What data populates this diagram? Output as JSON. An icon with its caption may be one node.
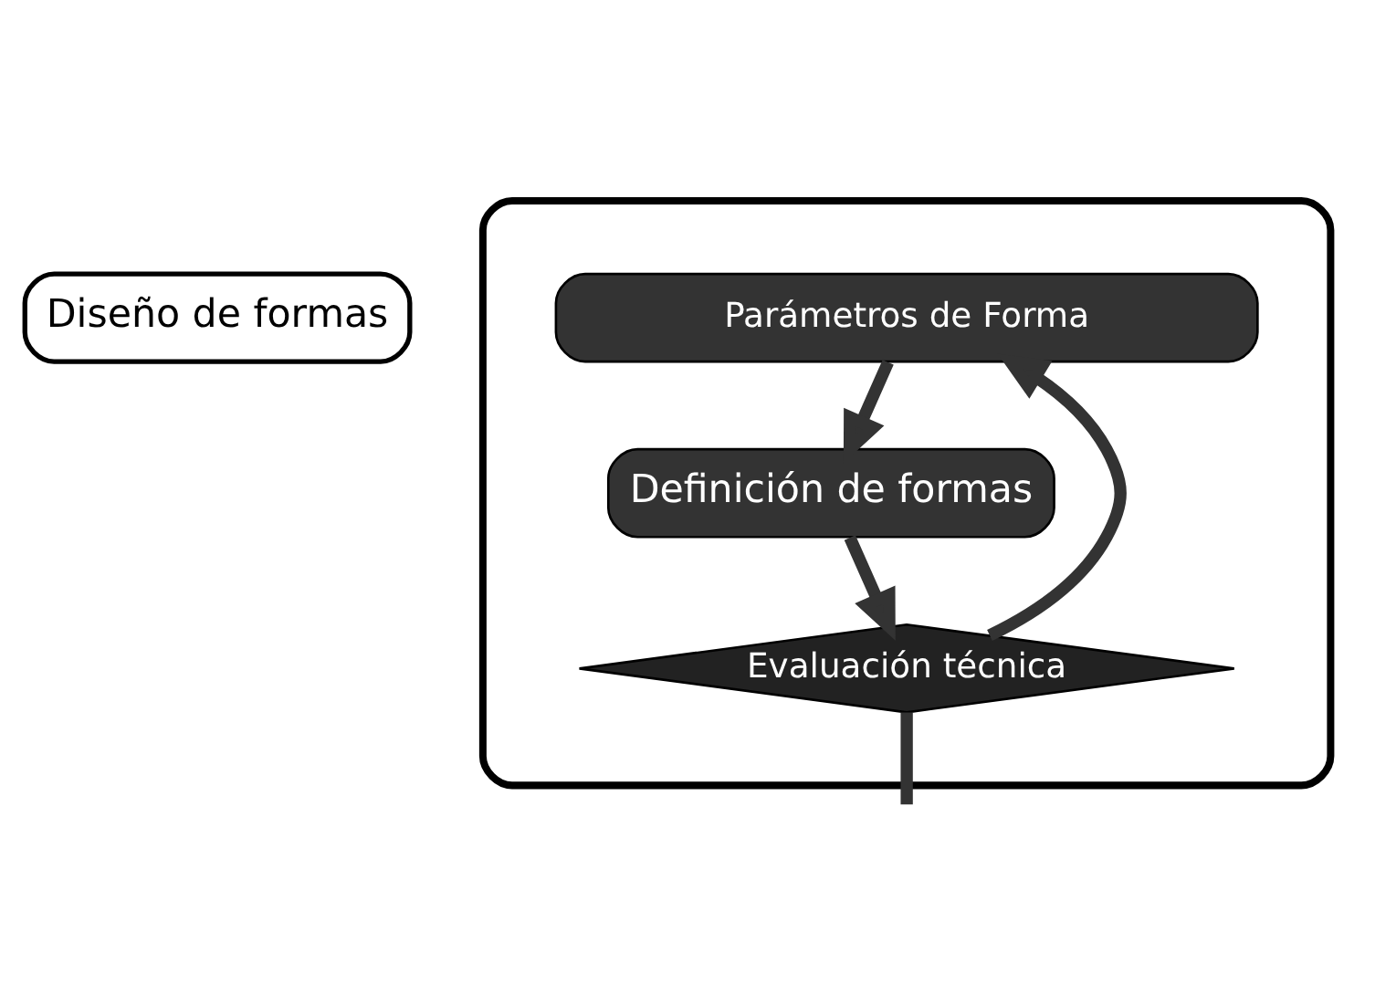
{
  "diagram": {
    "nodes": [
      {
        "text": [],
        "shape": "box"
      },
      {
        "text": [
          "Diseño de formas"
        ]
      },
      {
        "text": [
          "Parámetros de Forma"
        ],
        "in": 0
      },
      {
        "text": [
          "Definición de formas"
        ],
        "in": 0
      },
      {
        "text": [
          "Evaluación técnica"
        ],
        "in": 0
      }
    ],
    "edges": [
      {
        "from": 2,
        "to": 3,
        "arrow": "to"
      },
      {
        "from": 3,
        "to": 4,
        "arrow": "to"
      },
      {
        "from": 4,
        "to": 2,
        "arrow": "to"
      },
      {
        "from": 4,
        "to": null,
        "arrow": "none"
      }
    ]
  }
}
